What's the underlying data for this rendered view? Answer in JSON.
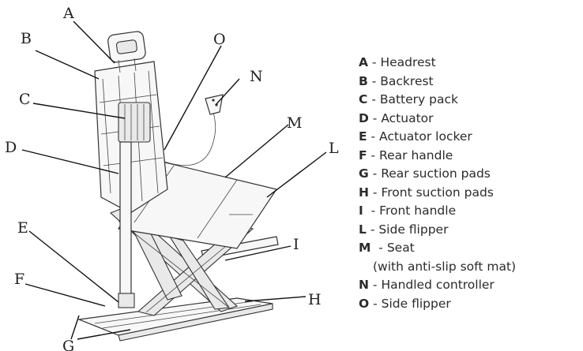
{
  "callouts": {
    "A": "A",
    "B": "B",
    "C": "C",
    "D": "D",
    "E": "E",
    "F": "F",
    "G": "G",
    "H": "H",
    "I": "I",
    "L": "L",
    "M": "M",
    "N": "N",
    "O": "O"
  },
  "legend": [
    {
      "key": "A",
      "sep": " - ",
      "label": "Headrest"
    },
    {
      "key": "B",
      "sep": " - ",
      "label": "Backrest"
    },
    {
      "key": "C",
      "sep": " - ",
      "label": "Battery pack"
    },
    {
      "key": "D",
      "sep": " - ",
      "label": "Actuator"
    },
    {
      "key": "E",
      "sep": " - ",
      "label": "Actuator locker"
    },
    {
      "key": "F",
      "sep": " - ",
      "label": "Rear handle"
    },
    {
      "key": "G",
      "sep": " - ",
      "label": "Rear suction pads"
    },
    {
      "key": "H",
      "sep": " - ",
      "label": "Front suction pads"
    },
    {
      "key": "I",
      "sep": "  - ",
      "label": "Front handle"
    },
    {
      "key": "L",
      "sep": " - ",
      "label": "Side flipper"
    },
    {
      "key": "M",
      "sep": "  - ",
      "label": "Seat"
    },
    {
      "key": "",
      "sep": "",
      "label": "(with anti-slip soft mat)"
    },
    {
      "key": "N",
      "sep": " - ",
      "label": "Handled controller"
    },
    {
      "key": "O",
      "sep": " - ",
      "label": "Side flipper"
    }
  ]
}
